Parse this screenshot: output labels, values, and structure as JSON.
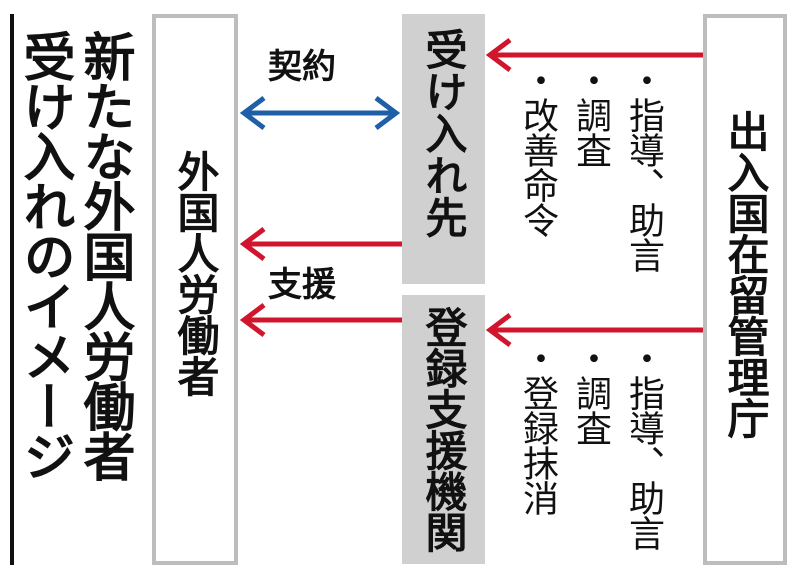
{
  "title": {
    "line1": "新たな外国人労働者",
    "line2": "受け入れのイメージ"
  },
  "nodes": {
    "foreign_workers": "外国人労働者",
    "host": "受け入れ先",
    "registered_support": "登録支援機関",
    "immigration_agency": "出入国在留管理庁"
  },
  "edges": {
    "contract": "契約",
    "support": "支援"
  },
  "agency_to_host": [
    "・指導、助言",
    "・調査",
    "・改善命令"
  ],
  "agency_to_registered": [
    "・指導、助言",
    "・調査",
    "・登録抹消"
  ],
  "colors": {
    "red_arrow": "#d0152d",
    "blue_arrow": "#1f5fa8",
    "gray_box": "#d0d0d0",
    "outline": "#bdbdbd"
  }
}
